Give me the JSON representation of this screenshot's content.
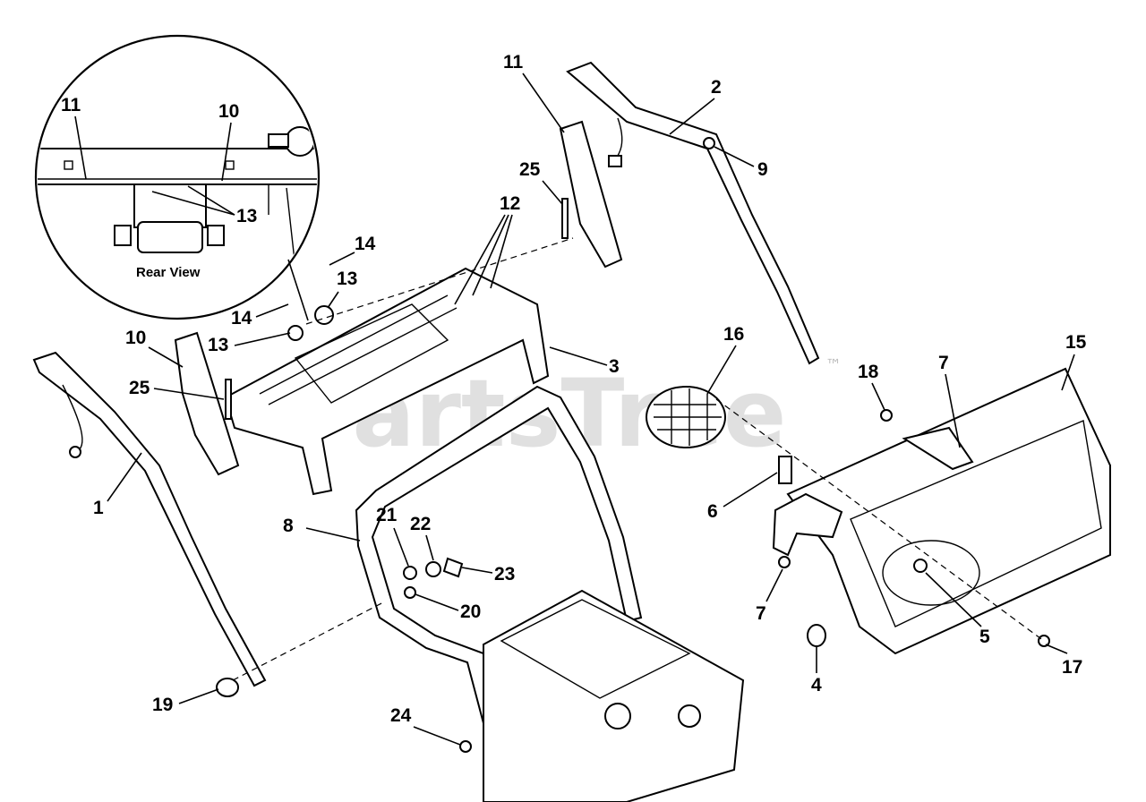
{
  "watermark": {
    "text": "PartsTree",
    "trademark": "™"
  },
  "inset": {
    "caption": "Rear View",
    "labels": [
      "11",
      "10",
      "13"
    ]
  },
  "callouts": {
    "c1": "1",
    "c2": "2",
    "c3": "3",
    "c4": "4",
    "c5": "5",
    "c6": "6",
    "c7a": "7",
    "c7b": "7",
    "c8": "8",
    "c9": "9",
    "c10": "10",
    "c11": "11",
    "c12": "12",
    "c13a": "13",
    "c13b": "13",
    "c14a": "14",
    "c14b": "14",
    "c15": "15",
    "c16": "16",
    "c17": "17",
    "c18": "18",
    "c19": "19",
    "c20": "20",
    "c21": "21",
    "c22": "22",
    "c23": "23",
    "c24": "24",
    "c25a": "25",
    "c25b": "25"
  }
}
